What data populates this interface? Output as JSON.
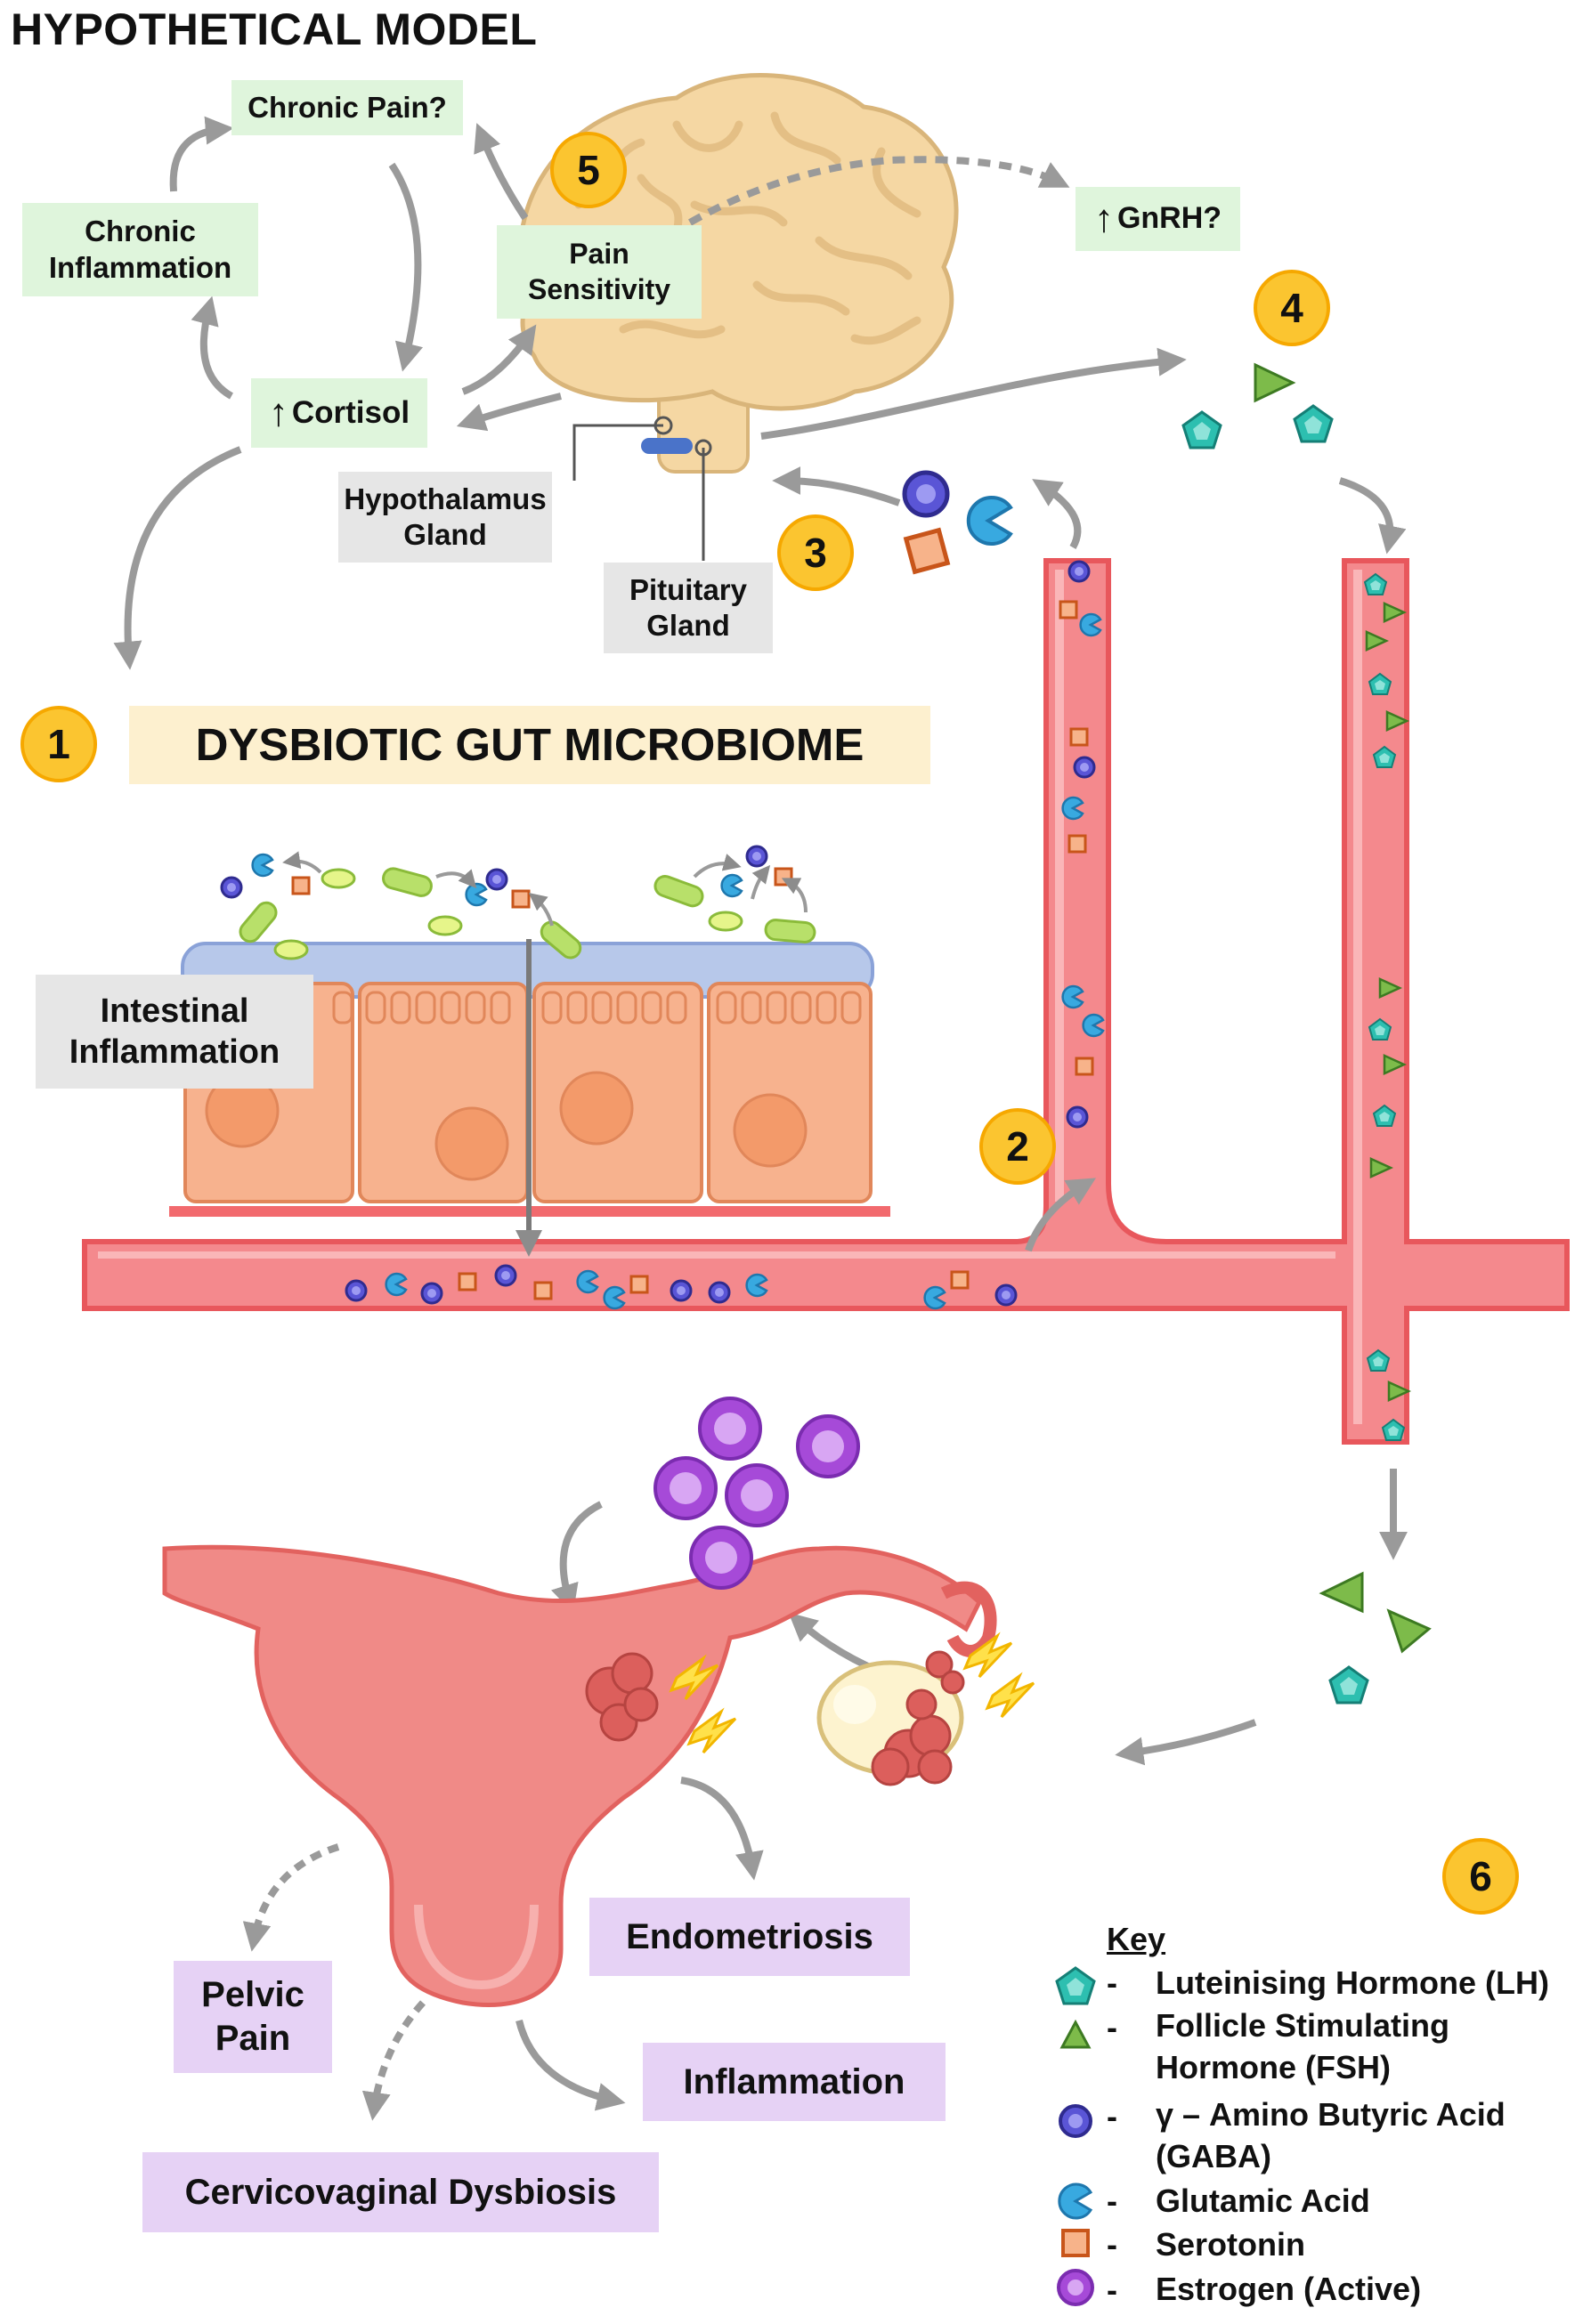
{
  "title": "HYPOTHETICAL MODEL",
  "labels": {
    "chronic_pain": "Chronic Pain?",
    "chronic_inflammation": "Chronic\nInflammation",
    "cortisol": "Cortisol",
    "pain_sensitivity": "Pain\nSensitivity",
    "gnrh": "GnRH?",
    "hypothalamus": "Hypothalamus\nGland",
    "pituitary": "Pituitary\nGland",
    "dysbiotic": "DYSBIOTIC GUT MICROBIOME",
    "intestinal": "Intestinal\nInflammation",
    "endometriosis": "Endometriosis",
    "pelvic_pain": "Pelvic\nPain",
    "inflammation": "Inflammation",
    "cervicovaginal": "Cervicovaginal Dysbiosis"
  },
  "arrow_symbol": "↑",
  "steps": [
    "1",
    "2",
    "3",
    "4",
    "5",
    "6"
  ],
  "key": {
    "title": "Key",
    "dash": "-",
    "items": [
      {
        "icon": "pentagon-icon",
        "label": "Luteinising Hormone (LH)"
      },
      {
        "icon": "triangle-icon",
        "label": "Follicle Stimulating\nHormone (FSH)"
      },
      {
        "icon": "circle-icon",
        "label": "γ – Amino Butyric Acid\n(GABA)"
      },
      {
        "icon": "pacman-icon",
        "label": "Glutamic Acid"
      },
      {
        "icon": "square-icon",
        "label": "Serotonin"
      },
      {
        "icon": "estrogen-icon",
        "label": "Estrogen (Active)"
      }
    ]
  },
  "colors": {
    "vessel": "#f4898d",
    "vessel_edge": "#e8575c",
    "brain": "#f5d7a3",
    "brain_edge": "#d9b57a",
    "gut_cells": "#f7b28e",
    "mucus": "#b7c8ea",
    "uterus": "#f08a87",
    "lh": "#2dbfb0",
    "fsh": "#5a9a3a",
    "gaba": "#5a55d6",
    "glutamic": "#38a9e0",
    "serotonin": "#c8551a",
    "estrogen": "#a64ad8",
    "badge": "#fbc530"
  }
}
